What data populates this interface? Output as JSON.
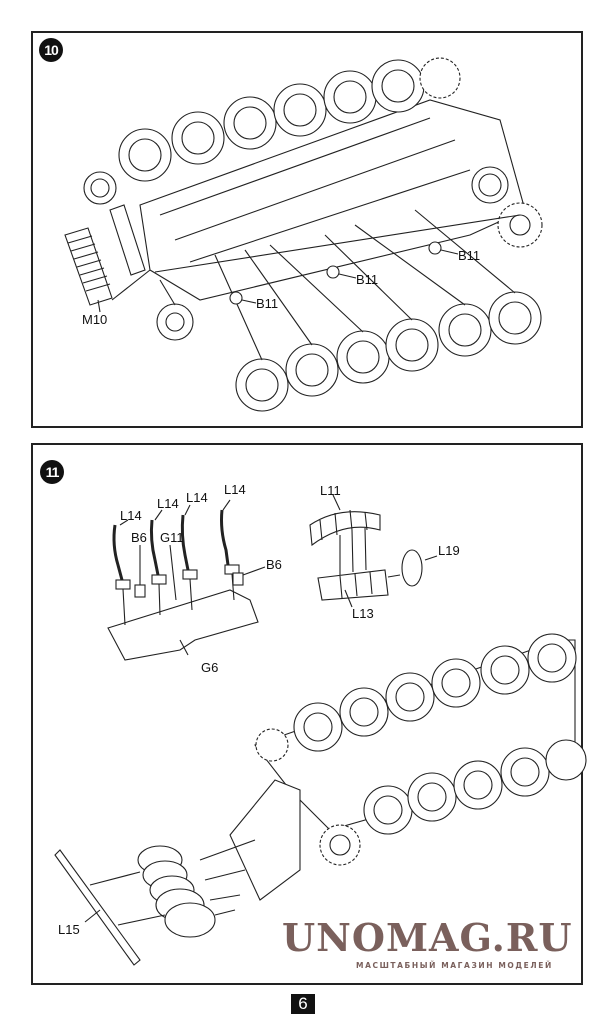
{
  "steps": [
    {
      "number": "10",
      "labels": {
        "m10": "M10",
        "b11_a": "B11",
        "b11_b": "B11",
        "b11_c": "B11"
      }
    },
    {
      "number": "11",
      "labels": {
        "l14_a": "L14",
        "l14_b": "L14",
        "l14_c": "L14",
        "l14_d": "L14",
        "b6_a": "B6",
        "b6_b": "B6",
        "g11": "G11",
        "g6": "G6",
        "l11": "L11",
        "l19": "L19",
        "l13": "L13",
        "l15": "L15"
      }
    }
  ],
  "watermark": {
    "title": "UNOMAG.RU",
    "subtitle": "МАСШТАБНЫЙ МАГАЗИН МОДЕЛЕЙ",
    "color": "#7a605c"
  },
  "page_number": "6"
}
